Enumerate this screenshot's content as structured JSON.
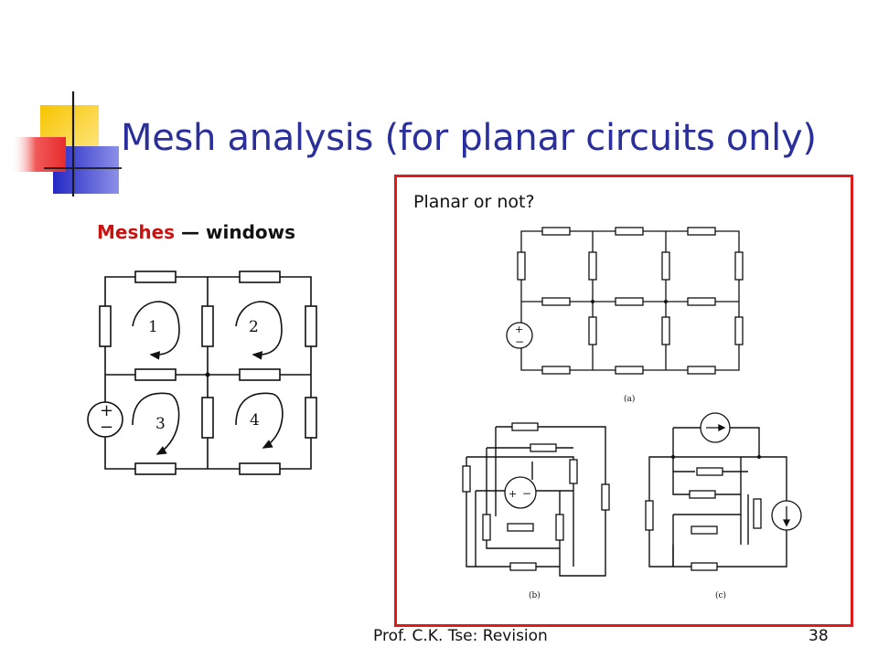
{
  "slide": {
    "title": "Mesh analysis (for planar circuits only)",
    "meshes_label": "Meshes",
    "meshes_suffix": " — windows",
    "question": "Planar or not?",
    "footer": "Prof. C.K. Tse: Revision",
    "page_number": "38"
  },
  "left_circuit": {
    "mesh_numbers": [
      "1",
      "2",
      "3",
      "4"
    ],
    "source_plus": "+",
    "source_minus": "−"
  },
  "right_figures": {
    "labels": [
      "(a)",
      "(b)",
      "(c)"
    ]
  },
  "colors": {
    "title": "#2a2f9c",
    "mesh_word": "#cc1111",
    "frame": "#e01b1b",
    "deco_yellow": "#f7d21e",
    "deco_blue": "#2c2fc8",
    "deco_red": "#ee3b3b"
  }
}
